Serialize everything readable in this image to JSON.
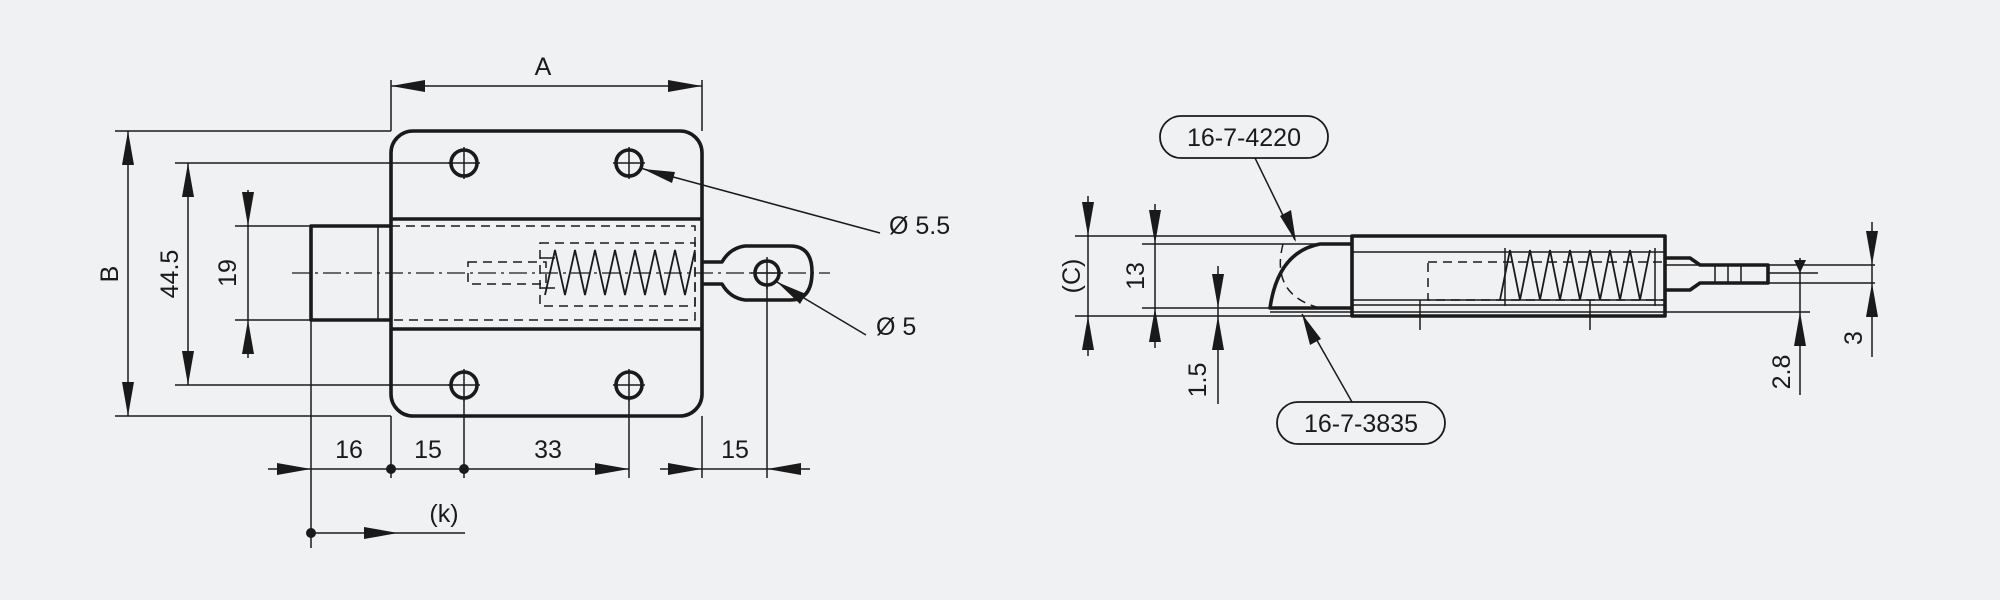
{
  "front_view": {
    "dims": {
      "A": "A",
      "B": "B",
      "h_44_5": "44.5",
      "h_19": "19",
      "w_16": "16",
      "w_15_left": "15",
      "w_33": "33",
      "w_15_right": "15",
      "k": "(k)"
    },
    "holes": {
      "mount_hole_dia": "Ø 5.5",
      "eye_hole_dia": "Ø 5"
    }
  },
  "side_view": {
    "dims": {
      "C": "(C)",
      "h_13": "13",
      "h_1_5": "1.5",
      "h_2_8": "2.8",
      "h_3": "3"
    },
    "callouts": {
      "top_part": "16-7-4220",
      "bottom_part": "16-7-3835"
    }
  },
  "colors": {
    "background": "#f0f1f3",
    "line": "#1a1a1a"
  }
}
